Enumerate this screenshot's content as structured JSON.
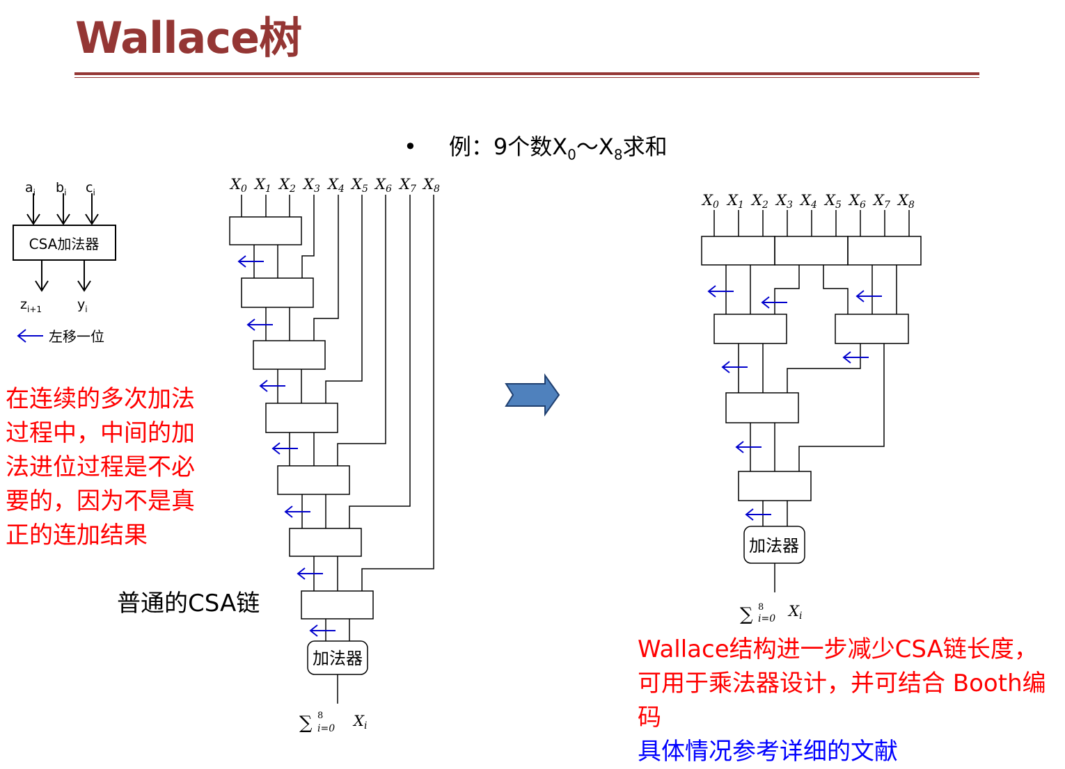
{
  "title": "Wallace树",
  "bullet": {
    "marker": "•",
    "prefix": "例：9个数X",
    "sub0": "0",
    "mid": "～X",
    "sub8": "8",
    "suffix": "求和"
  },
  "legend": {
    "inputs": [
      "a",
      "b",
      "c"
    ],
    "input_sub": "i",
    "box_label": "CSA加法器",
    "outputs": [
      "z",
      "y"
    ],
    "output_subs": [
      "i+1",
      "i"
    ],
    "shift_label": "左移一位"
  },
  "left_chain": {
    "inputs": [
      "X",
      "X",
      "X",
      "X",
      "X",
      "X",
      "X",
      "X",
      "X"
    ],
    "input_subs": [
      "0",
      "1",
      "2",
      "3",
      "4",
      "5",
      "6",
      "7",
      "8"
    ],
    "final_adder": "加法器",
    "sum_symbol": "∑",
    "sum_upper": "8",
    "sum_lower": "i=0",
    "sum_var": "X",
    "sum_var_sub": "i"
  },
  "chain_label": "普通的CSA链",
  "left_note": "在连续的多次加法过程中，中间的加法进位过程是不必要的，因为不是真正的连加结果",
  "right_tree": {
    "inputs": [
      "X",
      "X",
      "X",
      "X",
      "X",
      "X",
      "X",
      "X",
      "X"
    ],
    "input_subs": [
      "0",
      "1",
      "2",
      "3",
      "4",
      "5",
      "6",
      "7",
      "8"
    ],
    "final_adder": "加法器",
    "sum_symbol": "∑",
    "sum_upper": "8",
    "sum_lower": "i=0",
    "sum_var": "X",
    "sum_var_sub": "i"
  },
  "right_note": {
    "red": "Wallace结构进一步减少CSA链长度，可用于乘法器设计，并可结合 Booth编码",
    "blue": "具体情况参考详细的文献"
  },
  "colors": {
    "title": "#943634",
    "note_red": "#ff0000",
    "note_blue": "#0000ff",
    "shift_arrow": "#0000cc",
    "big_arrow": "#4f81bd",
    "big_arrow_border": "#1f3f6f"
  }
}
